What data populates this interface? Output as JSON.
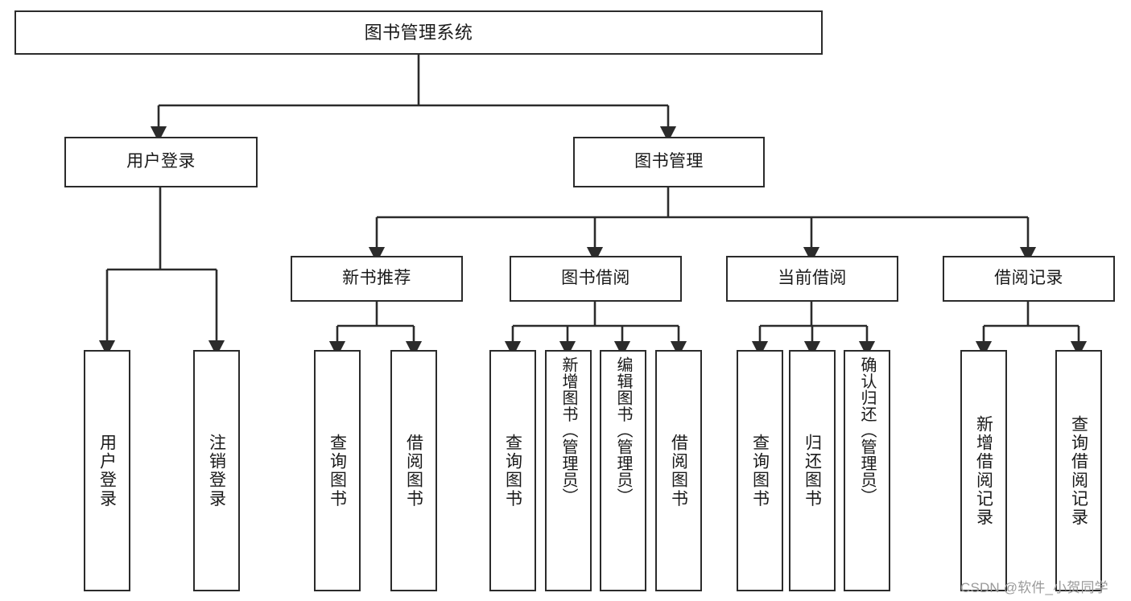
{
  "diagram": {
    "title": "图书管理系统",
    "type": "hierarchy-tree",
    "root": {
      "id": "root",
      "label": "图书管理系统"
    },
    "level2": [
      {
        "id": "user-login",
        "label": "用户登录"
      },
      {
        "id": "book-management",
        "label": "图书管理"
      }
    ],
    "level3": [
      {
        "id": "new-book-recommend",
        "label": "新书推荐"
      },
      {
        "id": "book-borrow",
        "label": "图书借阅"
      },
      {
        "id": "current-borrow",
        "label": "当前借阅"
      },
      {
        "id": "borrow-record",
        "label": "借阅记录"
      }
    ],
    "leaves": {
      "user_login": [
        {
          "id": "leaf-user-login",
          "label": "用户登录"
        },
        {
          "id": "leaf-logout-login",
          "label": "注销登录"
        }
      ],
      "new_book_recommend": [
        {
          "id": "leaf-query-book-1",
          "label": "查询图书"
        },
        {
          "id": "leaf-borrow-book-1",
          "label": "借阅图书"
        }
      ],
      "book_borrow": [
        {
          "id": "leaf-query-book-2",
          "label": "查询图书"
        },
        {
          "id": "leaf-add-book",
          "label": "新增图书（管理员）"
        },
        {
          "id": "leaf-edit-book",
          "label": "编辑图书（管理员）"
        },
        {
          "id": "leaf-borrow-book-2",
          "label": "借阅图书"
        }
      ],
      "current_borrow": [
        {
          "id": "leaf-query-book-3",
          "label": "查询图书"
        },
        {
          "id": "leaf-return-book",
          "label": "归还图书"
        },
        {
          "id": "leaf-confirm-return",
          "label": "确认归还（管理员）"
        }
      ],
      "borrow_record": [
        {
          "id": "leaf-add-record",
          "label": "新增借阅记录"
        },
        {
          "id": "leaf-query-record",
          "label": "查询借阅记录"
        }
      ]
    }
  },
  "watermark": {
    "text": "CSDN @软件_小贺同学"
  },
  "colors": {
    "stroke": "#2b2b2b",
    "background": "#ffffff",
    "text": "#1a1a1a",
    "watermark": "#9a9a9a"
  }
}
